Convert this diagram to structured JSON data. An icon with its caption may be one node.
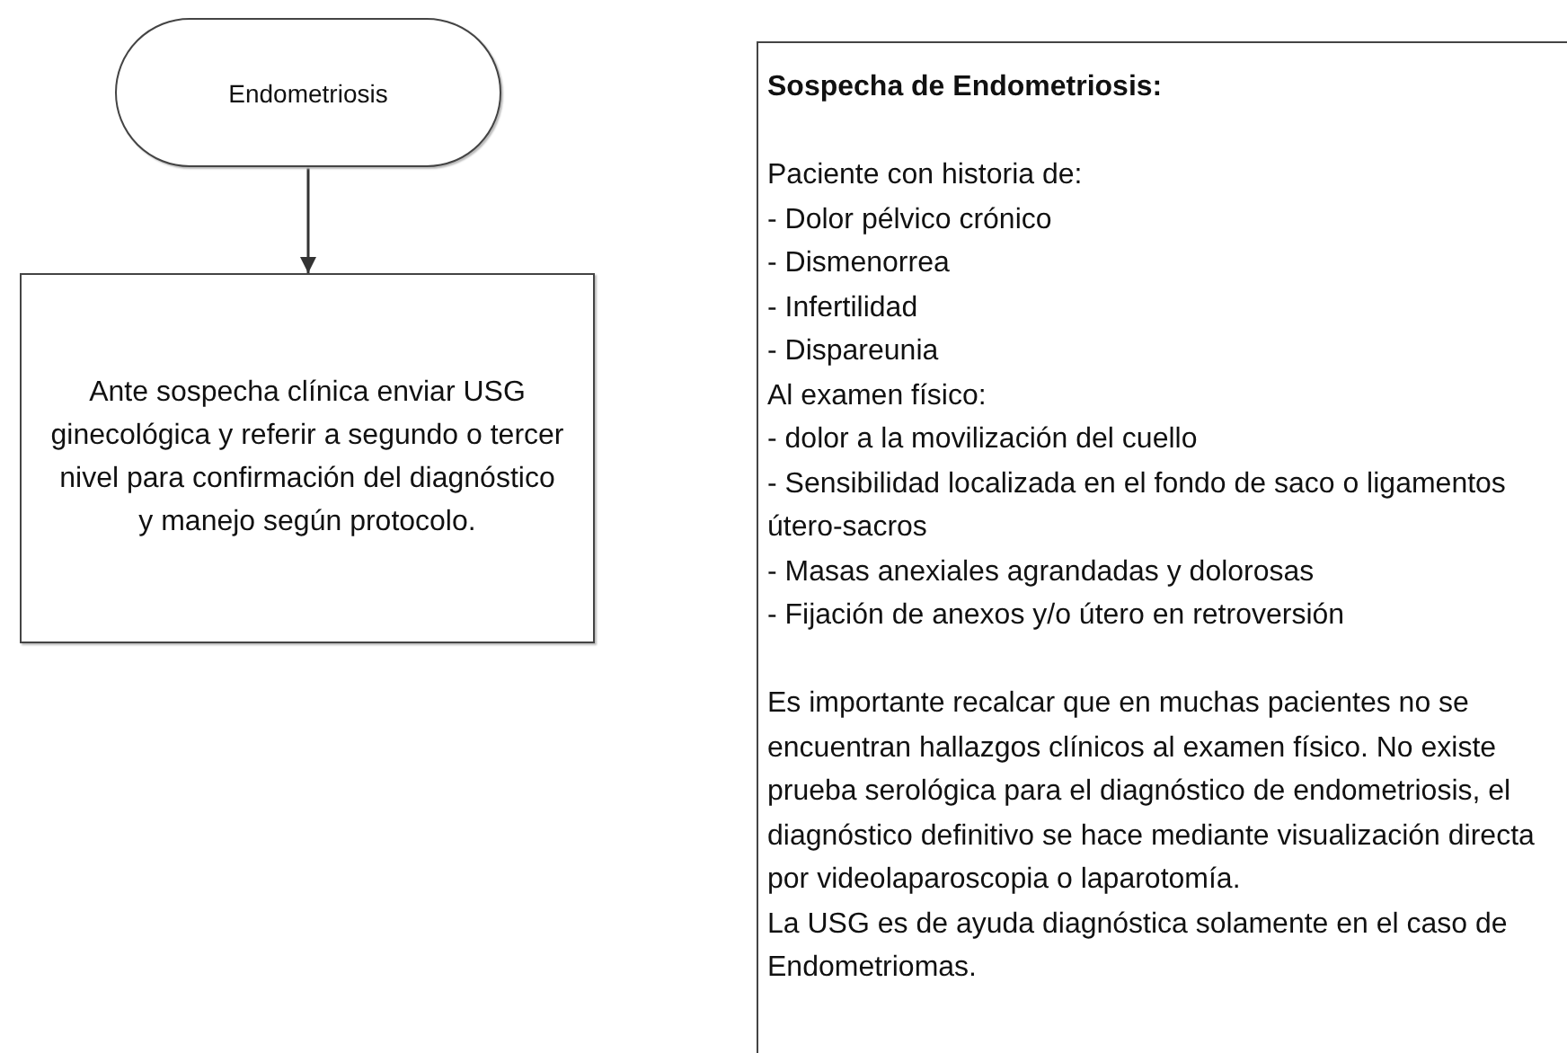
{
  "diagram": {
    "nodes": [
      {
        "text": [
          "Endometriosis"
        ]
      },
      {
        "text": [
          "Ante sospecha clínica enviar USG ginecológica y referir a segundo  o tercer nivel para confirmación del diagnóstico y manejo según protocolo."
        ]
      },
      {
        "text": [
          "Sospecha  de Endometriosis:",
          "Paciente con historia de:",
          "- Dolor pélvico crónico",
          "- Dismenorrea",
          "- Infertilidad",
          "- Dispareunia",
          "Al examen físico:",
          "- dolor a la movilización del cuello",
          "- Sensibilidad localizada en el fondo de saco o ligamentos útero-sacros",
          "- Masas anexiales agrandadas y dolorosas",
          "- Fijación de anexos y/o útero en retroversión",
          "Es importante recalcar que en muchas pacientes no se encuentran hallazgos clínicos al examen físico. No existe prueba serológica para el diagnóstico de endometriosis, el diagnóstico definitivo se hace mediante visualización directa por videolaparoscopia o laparotomía.",
          "La USG es de ayuda diagnóstica solamente en el caso de Endometriomas."
        ]
      }
    ],
    "edges": [
      {
        "from": 0,
        "to": 1,
        "arrow": "to"
      }
    ]
  }
}
